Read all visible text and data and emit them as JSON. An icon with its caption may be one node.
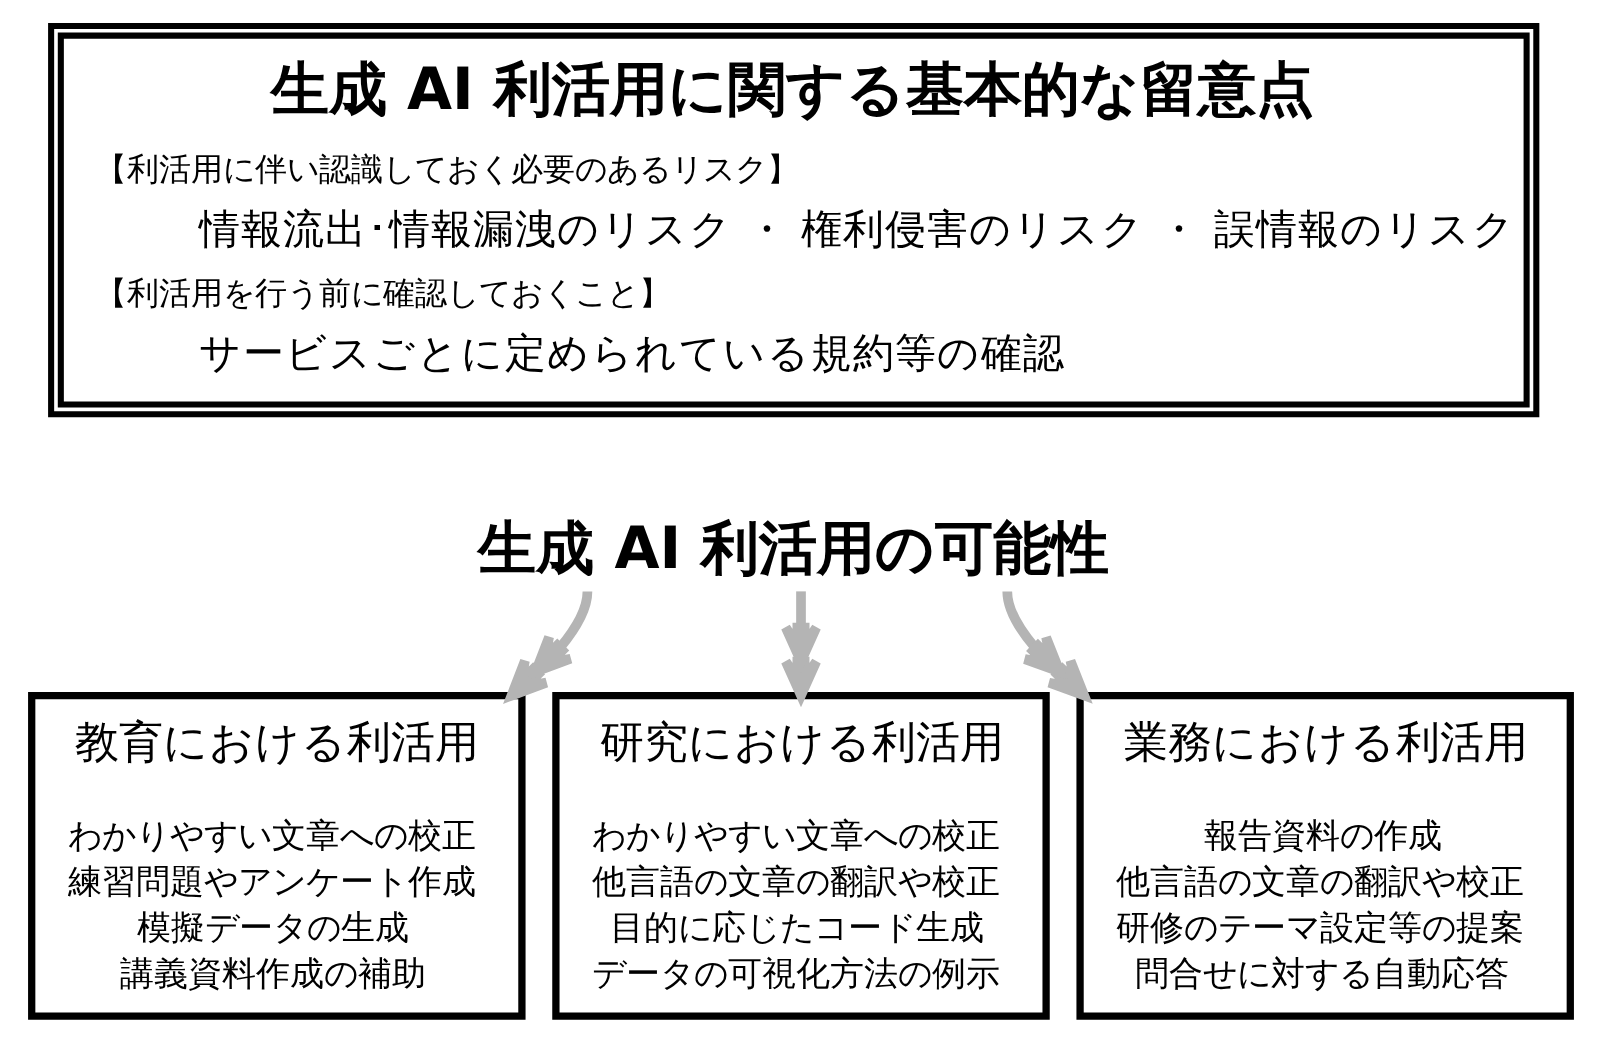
{
  "diagram": {
    "nodes": [
      {
        "text": [
          "生成 AI 利活用に関する基本的な留意点",
          "【利活用に伴い認識しておく必要のあるリスク】",
          "情報流出･情報漏洩のリスク ・ 権利侵害のリスク ・ 誤情報のリスク",
          "【利活用を行う前に確認しておくこと】",
          "サービスごとに定められている規約等の確認"
        ]
      },
      {
        "text": [
          "生成 AI 利活用の可能性"
        ]
      },
      {
        "text": [
          "教育における利活用",
          "わかりやすい文章への校正",
          "練習問題やアンケート作成",
          "模擬データの生成",
          "講義資料作成の補助"
        ]
      },
      {
        "text": [
          "研究における利活用",
          "わかりやすい文章への校正",
          "他言語の文章の翻訳や校正",
          "目的に応じたコード生成",
          "データの可視化方法の例示"
        ]
      },
      {
        "text": [
          "業務における利活用",
          "報告資料の作成",
          "他言語の文章の翻訳や校正",
          "研修のテーマ設定等の提案",
          "問合せに対する自動応答"
        ]
      }
    ],
    "edges": [
      {
        "from": 1,
        "to": 2,
        "arrow": "to"
      },
      {
        "from": 1,
        "to": 3,
        "arrow": "to"
      },
      {
        "from": 1,
        "to": 4,
        "arrow": "to"
      }
    ]
  }
}
